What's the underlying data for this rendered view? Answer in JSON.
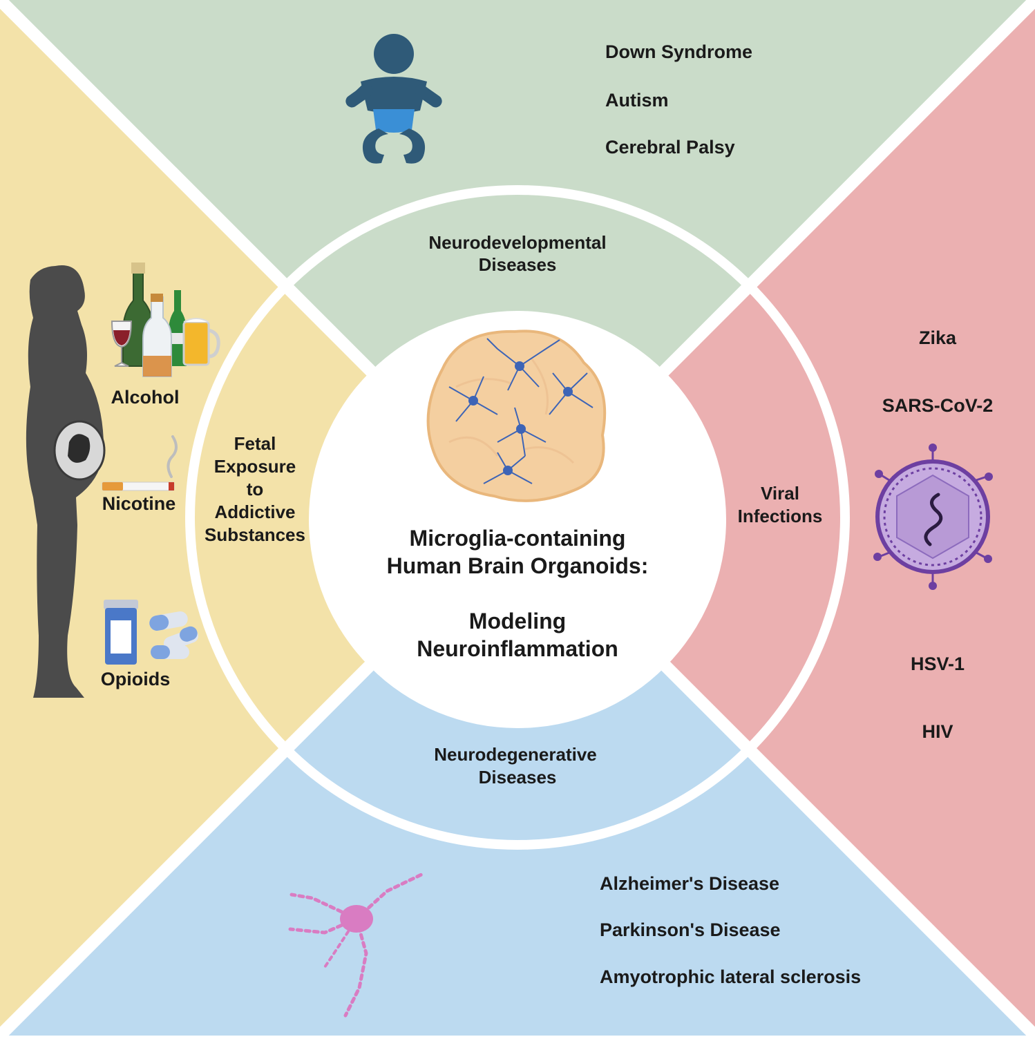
{
  "colors": {
    "top": "#cadcc9",
    "right": "#ebb0b1",
    "bottom": "#bcdaf0",
    "left": "#f3e2a9",
    "divider": "#ffffff",
    "center": "#ffffff",
    "baby": "#2f5a78",
    "diaper": "#3a8fd6",
    "silhouette": "#4b4b4b",
    "virus": "#6d3fa1",
    "neuron": "#d97cc2",
    "organoid": "#f4cfa0",
    "microglia": "#3d64b6"
  },
  "center": {
    "title_line1": "Microglia-containing",
    "title_line2": "Human Brain Organoids:",
    "subtitle_line1": "Modeling",
    "subtitle_line2": "Neuroinflammation"
  },
  "ring": {
    "top_line1": "Neurodevelopmental",
    "top_line2": "Diseases",
    "bottom_line1": "Neurodegenerative",
    "bottom_line2": "Diseases",
    "right_line1": "Viral",
    "right_line2": "Infections",
    "left_line1": "Fetal",
    "left_line2": "Exposure",
    "left_line3": "to",
    "left_line4": "Addictive",
    "left_line5": "Substances"
  },
  "top": {
    "items": [
      "Down Syndrome",
      "Autism",
      "Cerebral Palsy"
    ]
  },
  "right": {
    "items": [
      "Zika",
      "SARS-CoV-2",
      "HSV-1",
      "HIV"
    ]
  },
  "bottom": {
    "items": [
      "Alzheimer's Disease",
      "Parkinson's Disease",
      "Amyotrophic lateral sclerosis"
    ]
  },
  "left": {
    "items": [
      "Alcohol",
      "Nicotine",
      "Opioids"
    ]
  }
}
